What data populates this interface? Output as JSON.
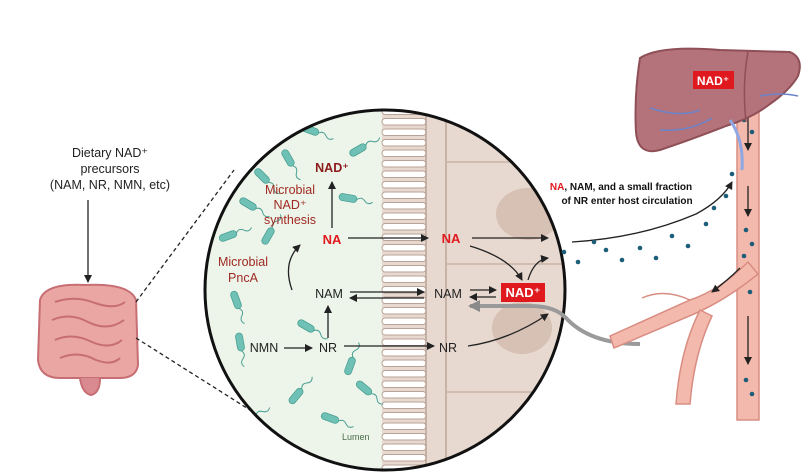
{
  "precursors": {
    "line1": "Dietary NAD⁺",
    "line2": "precursors",
    "line3": "(NAM, NR, NMN, etc)"
  },
  "lumen_label": "Lumen",
  "microbial_synthesis": {
    "line1": "Microbial",
    "line2": "NAD⁺",
    "line3": "synthesis"
  },
  "microbial_pnca": {
    "line1": "Microbial",
    "line2": "PncA"
  },
  "nodes": {
    "nad_microbe": "NAD⁺",
    "na_lumen": "NA",
    "nam_lumen": "NAM",
    "nmn_lumen": "NMN",
    "nr_lumen": "NR",
    "na_cell": "NA",
    "nam_cell": "NAM",
    "nr_cell": "NR",
    "nad_cell": "NAD⁺",
    "nad_liver": "NAD⁺"
  },
  "circulation_note": {
    "line1_red": "NA",
    "line1_rest": ", NAM, and a small fraction",
    "line2": "of NR enter host circulation"
  },
  "colors": {
    "lumen_bg": "#edf5ea",
    "enterocyte": "#e8d9d0",
    "bacteria": "#6fc1b5",
    "liver": "#b4727a",
    "vessel": "#f4b9ad",
    "accent_red": "#e0191e",
    "dot_blue": "#1c5d7a"
  }
}
